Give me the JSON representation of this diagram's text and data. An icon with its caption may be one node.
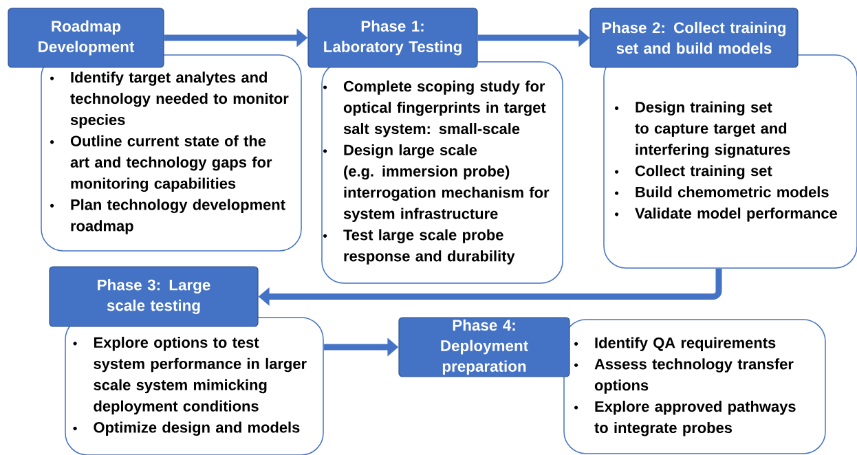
{
  "diagram": {
    "nodes": [
      {
        "text": [
          "Roadmap Development"
        ]
      },
      {
        "text": [
          "Identify target analytes and technology needed to monitor species",
          "Outline current state of the art and technology gaps for monitoring capabilities",
          "Plan technology development roadmap"
        ]
      },
      {
        "text": [
          "Phase 1: Laboratory Testing"
        ]
      },
      {
        "text": [
          "Complete scoping study for optical fingerprints in target salt system: small-scale",
          "Design large scale (e.g. immersion probe) interrogation mechanism for system infrastructure",
          "Test large scale probe response and durability"
        ]
      },
      {
        "text": [
          "Phase 2: Collect training set and build models"
        ]
      },
      {
        "text": [
          "Design training set to capture target and interfering signatures",
          "Collect training set",
          "Build chemometric models",
          "Validate model performance"
        ]
      },
      {
        "text": [
          "Phase 3: Large scale testing"
        ]
      },
      {
        "text": [
          "Explore options to test system performance in larger scale system mimicking deployment conditions",
          "Optimize design and models"
        ]
      },
      {
        "text": [
          "Phase 4: Deployment preparation"
        ]
      },
      {
        "text": [
          "Identify QA requirements",
          "Assess technology transfer options",
          "Explore approved pathways to integrate probes"
        ]
      }
    ],
    "edges": [
      {
        "from": 0,
        "to": 2,
        "arrow": "to"
      },
      {
        "from": 2,
        "to": 4,
        "arrow": "to"
      },
      {
        "from": 5,
        "to": 6,
        "arrow": "to"
      },
      {
        "from": 7,
        "to": 8,
        "arrow": "to"
      }
    ]
  }
}
